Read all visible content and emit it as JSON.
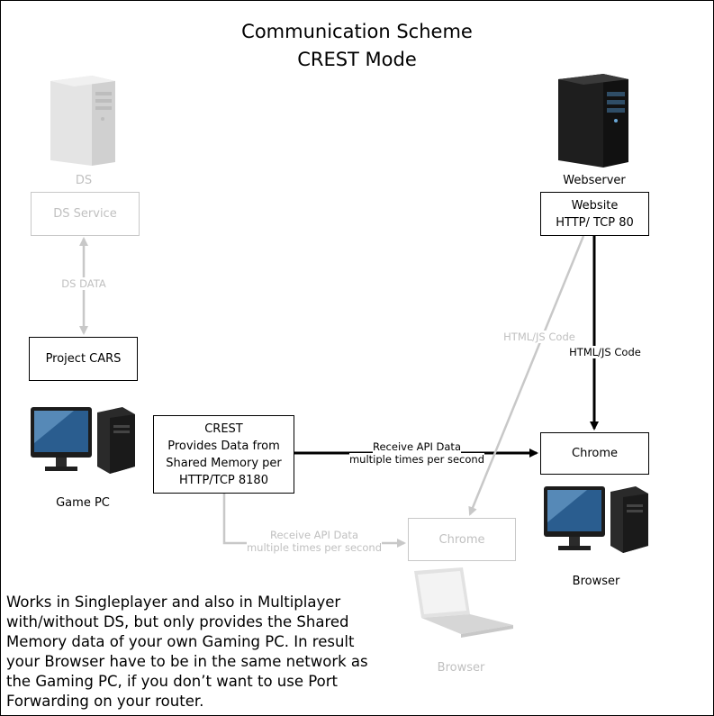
{
  "title": {
    "line1": "Communication Scheme",
    "line2": "CREST Mode"
  },
  "nodes": {
    "ds_server_label": "DS",
    "ds_service": "DS Service",
    "project_cars": "Project CARS",
    "game_pc_label": "Game PC",
    "crest": [
      "CREST",
      "Provides Data from",
      "Shared Memory per",
      "HTTP/TCP 8180"
    ],
    "webserver_label": "Webserver",
    "website": [
      "Website",
      "HTTP/ TCP 80"
    ],
    "chrome_main": "Chrome",
    "browser_desktop_label": "Browser",
    "chrome_faded": "Chrome",
    "browser_laptop_label": "Browser"
  },
  "edges": {
    "ds_data": "DS DATA",
    "html_js_faded": "HTML/JS Code",
    "html_js_main": "HTML/JS Code",
    "api_main": [
      "Receive API Data",
      "multiple times per second"
    ],
    "api_faded": [
      "Receive API Data",
      "multiple times per second"
    ]
  },
  "note": "Works in Singleplayer and also in Multiplayer with/without DS, but only provides the Shared Memory data of your own Gaming PC. In result your Browser have to be in the same network as the Gaming PC, if you don’t want to use Port Forwarding on your router.",
  "colors": {
    "dark": "#000000",
    "faded": "#c8c8c8"
  },
  "icons": [
    "tower-server-icon",
    "desktop-pc-icon",
    "laptop-icon"
  ]
}
